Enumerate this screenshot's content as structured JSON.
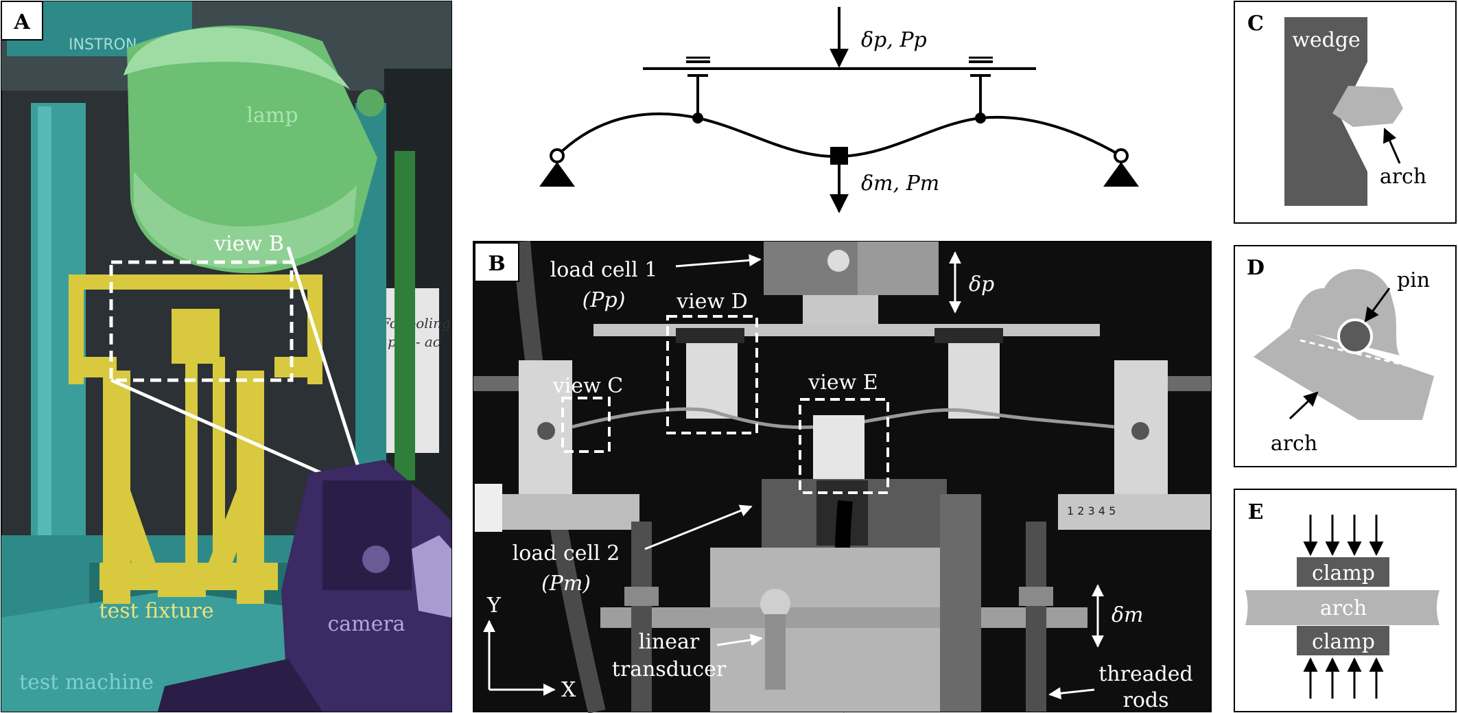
{
  "panels": {
    "a": {
      "letter": "A",
      "lamp": "lamp",
      "view_b": "view B",
      "test_fixture": "test fixture",
      "camera": "camera",
      "test_machine": "test machine",
      "brand": "INSTRON"
    },
    "schematic": {
      "top_load": "δp, Pp",
      "mid_load": "δm, Pm"
    },
    "b": {
      "letter": "B",
      "load_cell_1": "load cell 1",
      "load_cell_1_sym": "(Pp)",
      "view_d": "view D",
      "view_c": "view C",
      "view_e": "view E",
      "delta_p": "δp",
      "load_cell_2": "load cell 2",
      "load_cell_2_sym": "(Pm)",
      "y_axis": "Y",
      "x_axis": "X",
      "linear_transducer_1": "linear",
      "linear_transducer_2": "transducer",
      "delta_m": "δm",
      "threaded_rods_1": "threaded",
      "threaded_rods_2": "rods"
    },
    "c": {
      "letter": "C",
      "wedge": "wedge",
      "arch": "arch"
    },
    "d": {
      "letter": "D",
      "pin": "pin",
      "arch": "arch"
    },
    "e": {
      "letter": "E",
      "clamp_top": "clamp",
      "arch": "arch",
      "clamp_bottom": "clamp"
    }
  },
  "colors": {
    "lamp": "#6dbf73",
    "lamp_label": "#a8e6b0",
    "fixture": "#d8c93f",
    "fixture_label": "#ece27a",
    "camera": "#3b2a63",
    "camera_label": "#b7a3e8",
    "machine": "#2e8a88",
    "machine_label": "#7fd0cc",
    "wedge": "#5a5a5a",
    "arch_gray": "#b4b4b4"
  }
}
